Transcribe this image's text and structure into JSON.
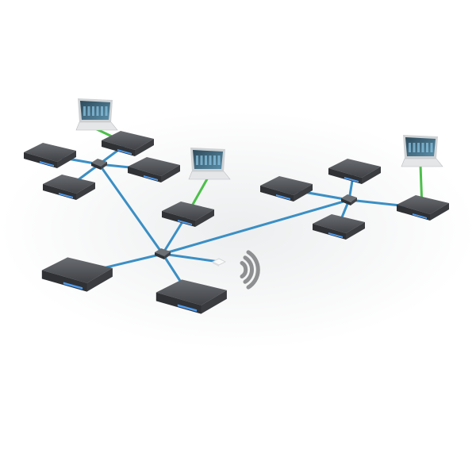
{
  "colors": {
    "background": "#ffffff",
    "floor_shadow": "#e9ebec",
    "network_link": "#3b8fc4",
    "laptop_link": "#4cbf4a",
    "device_body": "#4a4c50",
    "device_led": "#4f9cf0",
    "switch_body": "#55585c",
    "wireless_waves": "#8d8f91"
  },
  "nodes": {
    "switches": 3,
    "laptops": 3,
    "audio_devices": 11,
    "wireless_access_points": 1
  }
}
